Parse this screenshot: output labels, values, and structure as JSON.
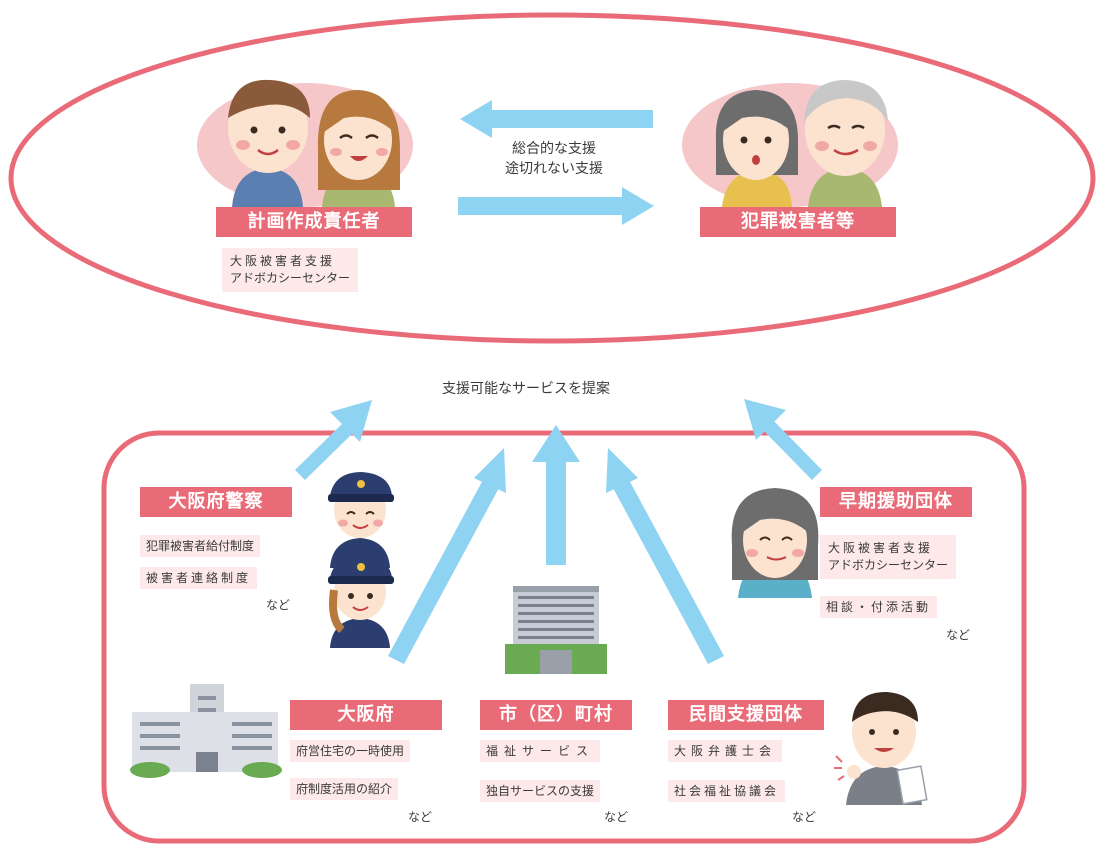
{
  "top": {
    "planner_label": "計画作成責任者",
    "planner_org_line1": "大阪被害者支援",
    "planner_org_line2": "アドボカシーセンター",
    "victim_label": "犯罪被害者等",
    "support_line1": "総合的な支援",
    "support_line2": "途切れない支援"
  },
  "middle_caption": "支援可能なサービスを提案",
  "orgs": {
    "police": {
      "label": "大阪府警察",
      "items": [
        "犯罪被害者給付制度",
        "被害者連絡制度"
      ],
      "nado": "など"
    },
    "early": {
      "label": "早期援助団体",
      "item1_line1": "大阪被害者支援",
      "item1_line2": "アドボカシーセンター",
      "item2": "相談・付添活動",
      "nado": "など"
    },
    "pref": {
      "label": "大阪府",
      "items": [
        "府営住宅の一時使用",
        "府制度活用の紹介"
      ],
      "nado": "など"
    },
    "city": {
      "label": "市（区）町村",
      "items": [
        "福祉サービス",
        "独自サービスの支援"
      ],
      "nado": "など"
    },
    "private": {
      "label": "民間支援団体",
      "items": [
        "大阪弁護士会",
        "社会福祉協議会"
      ],
      "nado": "など"
    }
  },
  "colors": {
    "accent": "#ea6b78",
    "pink_bg": "#fde9e9",
    "arrow": "#8fd3f2",
    "blush": "#f6c7c9"
  }
}
